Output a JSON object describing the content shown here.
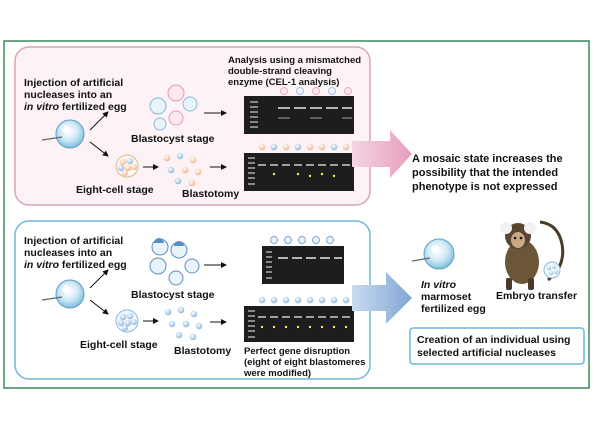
{
  "top_panel": {
    "injection_line1": "Injection of artificial",
    "injection_line2": "nucleases into an",
    "injection_line3_italic": "in vitro",
    "injection_line3_rest": " fertilized egg",
    "analysis_line1": "Analysis using a mismatched",
    "analysis_line2": "double-strand cleaving",
    "analysis_line3": "enzyme (CEL-1 analysis)",
    "blastocyst_label": "Blastocyst stage",
    "eight_cell_label": "Eight-cell stage",
    "blastotomy_label": "Blastotomy"
  },
  "top_result": {
    "line1": "A mosaic state increases the",
    "line2": "possibility that the intended",
    "line3": "phenotype is not expressed"
  },
  "bottom_panel": {
    "injection_line1": "Injection of artificial",
    "injection_line2": "nucleases into an",
    "injection_line3_italic": "in vitro",
    "injection_line3_rest": " fertilized egg",
    "blastocyst_label": "Blastocyst stage",
    "eight_cell_label": "Eight-cell stage",
    "blastotomy_label": "Blastotomy",
    "disruption_line1": "Perfect gene disruption",
    "disruption_line2": "(eight of eight blastomeres",
    "disruption_line3": "were modified)"
  },
  "bottom_result": {
    "invitro_italic": "In vitro",
    "marmoset_line2": "marmoset",
    "marmoset_line3": "fertilized egg",
    "embryo_transfer": "Embryo transfer",
    "creation_line1": "Creation of an individual using",
    "creation_line2": "selected artificial nucleases"
  },
  "colors": {
    "outer_border": "#3a8a55",
    "top_panel_border": "#d9a3b8",
    "top_panel_fill": "#fdf3f6",
    "bottom_panel_border": "#6fb6d8",
    "pink_arrow": "#efb7cf",
    "blue_arrow": "#8fb3d9",
    "creation_border": "#6fb6d8"
  }
}
